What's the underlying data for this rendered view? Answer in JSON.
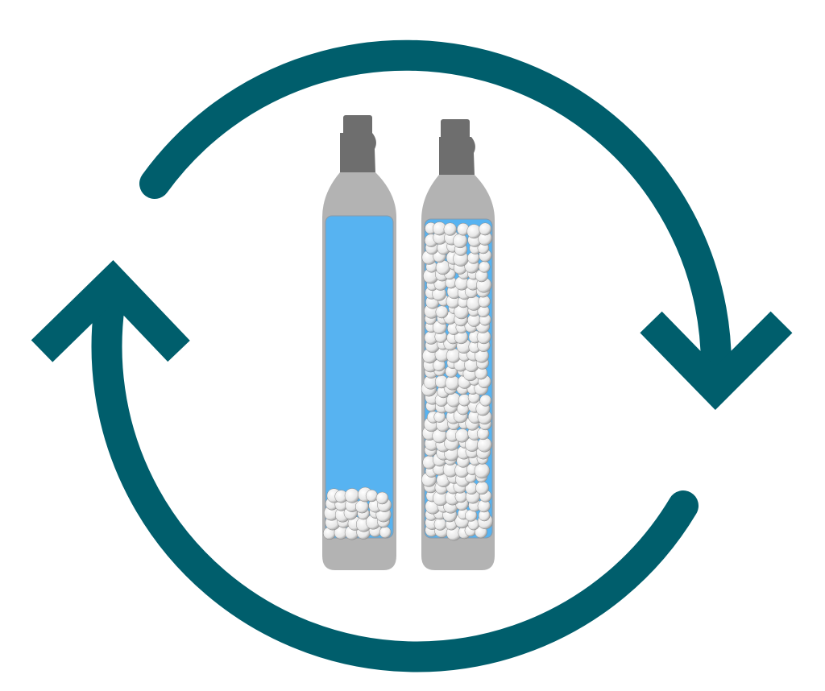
{
  "colors": {
    "arrow": "#005e6c",
    "bottle_body": "#b3b3b3",
    "bottle_cap": "#6e6e6e",
    "liquid": "#57b3f1",
    "bubble": "#f2f2f2"
  },
  "bottles": [
    {
      "name": "mostly-empty-cylinder",
      "fill_fraction": 0.15
    },
    {
      "name": "full-cylinder",
      "fill_fraction": 1.0
    }
  ]
}
